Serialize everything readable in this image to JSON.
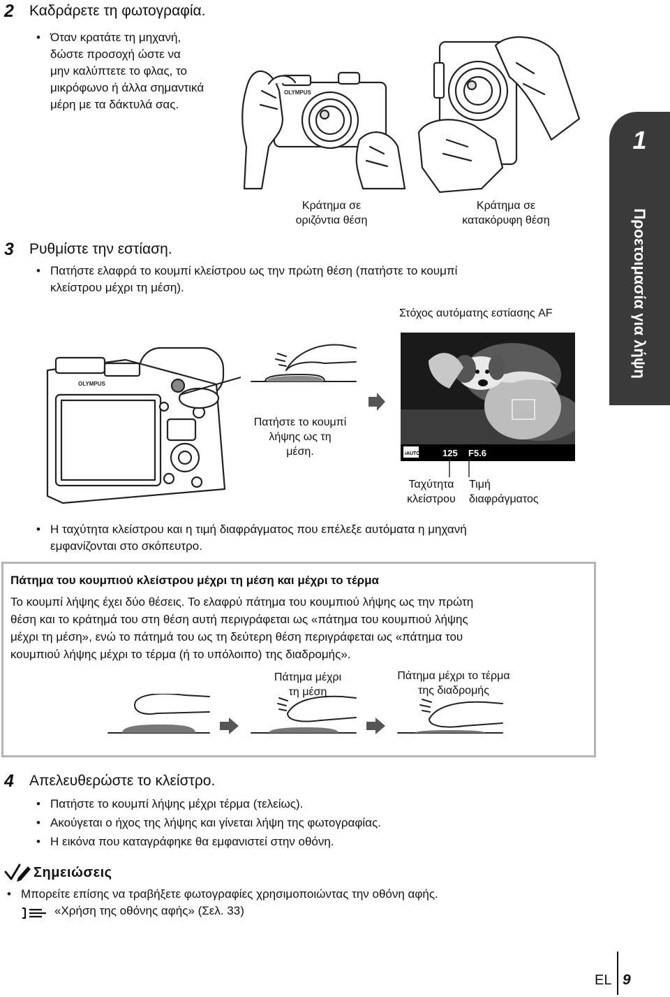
{
  "step2": {
    "number": "2",
    "title": "Καδράρετε τη φωτογραφία.",
    "bullet_lines": [
      "Όταν κρατάτε τη μηχανή,",
      "δώστε προσοχή ώστε να",
      "μην καλύπτετε το φλας, το",
      "μικρόφωνο ή άλλα σημαντικά",
      "μέρη με τα δάκτυλά σας."
    ],
    "caption_horizontal": [
      "Κράτημα σε",
      "οριζόντια θέση"
    ],
    "caption_vertical": [
      "Κράτημα σε",
      "κατακόρυφη θέση"
    ],
    "camera_brand": "OLYMPUS"
  },
  "step3": {
    "number": "3",
    "title": "Ρυθμίστε την εστίαση.",
    "bullet_lines": [
      "Πατήστε ελαφρά το κουμπί κλείστρου ως την πρώτη θέση (πατήστε το κουμπί",
      "κλείστρου μέχρι τη μέση)."
    ],
    "af_target_label": "Στόχος αυτόματης εστίασης AF",
    "press_caption": [
      "Πατήστε το κουμπί",
      "λήψης ως τη",
      "μέση."
    ],
    "lcd": {
      "mode": "iAUTO",
      "shutter": "125",
      "aperture": "F5.6"
    },
    "shutter_label": [
      "Ταχύτητα",
      "κλείστρου"
    ],
    "aperture_label": [
      "Τιμή",
      "διαφράγματος"
    ],
    "note_lines": [
      "Η ταχύτητα κλείστρου και η τιμή διαφράγματος που επέλεξε αυτόματα η μηχανή",
      "εμφανίζονται στο σκόπευτρο."
    ]
  },
  "infobox": {
    "title": "Πάτημα του κουμπιού κλείστρου μέχρι τη μέση και μέχρι το τέρμα",
    "body_lines": [
      "Το κουμπί λήψης έχει δύο θέσεις. Το ελαφρύ πάτημα του κουμπιού λήψης ως την πρώτη",
      "θέση και το κράτημά του στη θέση αυτή περιγράφεται ως «πάτημα του κουμπιού λήψης",
      "μέχρι τη μέση», ενώ το πάτημά του ως τη δεύτερη θέση περιγράφεται ως «πάτημα του",
      "κουμπιού λήψης μέχρι το τέρμα (ή το υπόλοιπο) της διαδρομής»."
    ],
    "half_caption": [
      "Πάτημα μέχρι",
      "τη μέση"
    ],
    "full_caption": [
      "Πάτημα μέχρι το τέρμα",
      "της διαδρομής"
    ]
  },
  "step4": {
    "number": "4",
    "title": "Απελευθερώστε το κλείστρο.",
    "bullets": [
      "Πατήστε το κουμπί λήψης μέχρι τέρμα (τελείως).",
      "Ακούγεται ο ήχος της λήψης και γίνεται λήψη της φωτογραφίας.",
      "Η εικόνα που καταγράφηκε θα εμφανιστεί στην οθόνη."
    ]
  },
  "notes": {
    "title": "Σημειώσεις",
    "bullet": "Μπορείτε επίσης να τραβήξετε φωτογραφίες χρησιμοποιώντας την οθόνη αφής.",
    "ref_text": "«Χρήση της οθόνης αφής» (Σελ. 33)"
  },
  "side_tab": {
    "number": "1",
    "text": "Προετοιμασία για λήψη"
  },
  "footer": {
    "lang": "EL",
    "page": "9"
  },
  "colors": {
    "tab": "#3a3a3a",
    "box_border": "#b4b4b4",
    "button_dark": "#777777"
  }
}
